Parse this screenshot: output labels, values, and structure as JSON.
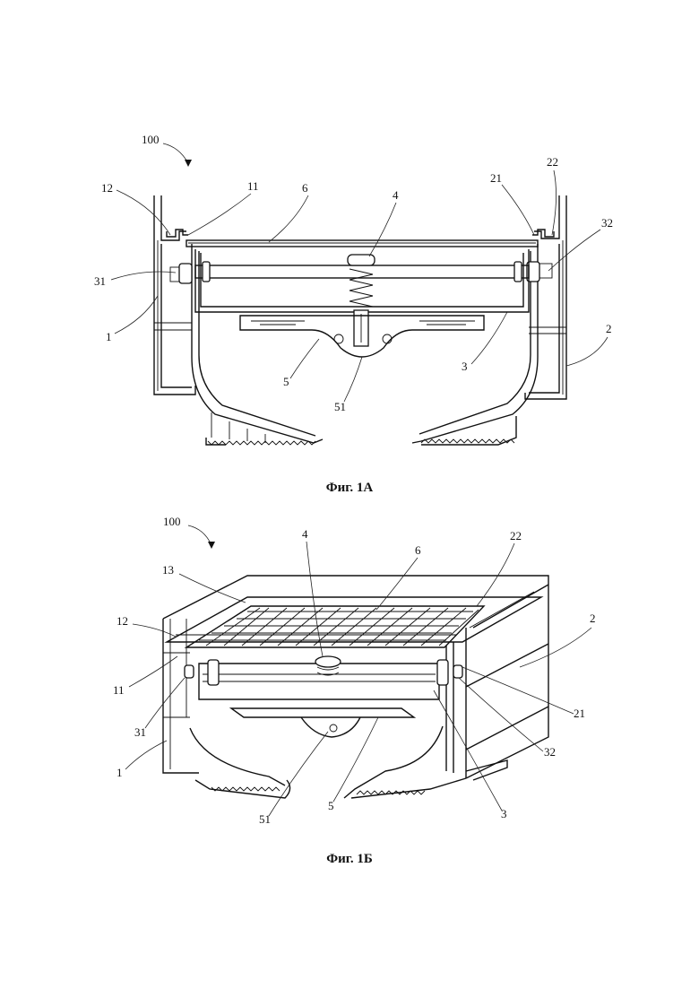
{
  "figure_a": {
    "caption": "Фиг. 1А",
    "labels": {
      "l100": "100",
      "l12": "12",
      "l11": "11",
      "l6": "6",
      "l4": "4",
      "l21": "21",
      "l22": "22",
      "l32": "32",
      "l31": "31",
      "l1": "1",
      "l2": "2",
      "l5": "5",
      "l3": "3",
      "l51": "51"
    }
  },
  "figure_b": {
    "caption": "Фиг. 1Б",
    "labels": {
      "l100": "100",
      "l4": "4",
      "l6": "6",
      "l22": "22",
      "l13": "13",
      "l12": "12",
      "l2": "2",
      "l11": "11",
      "l21": "21",
      "l31": "31",
      "l32": "32",
      "l1": "1",
      "l51": "51",
      "l5": "5",
      "l3": "3"
    }
  }
}
